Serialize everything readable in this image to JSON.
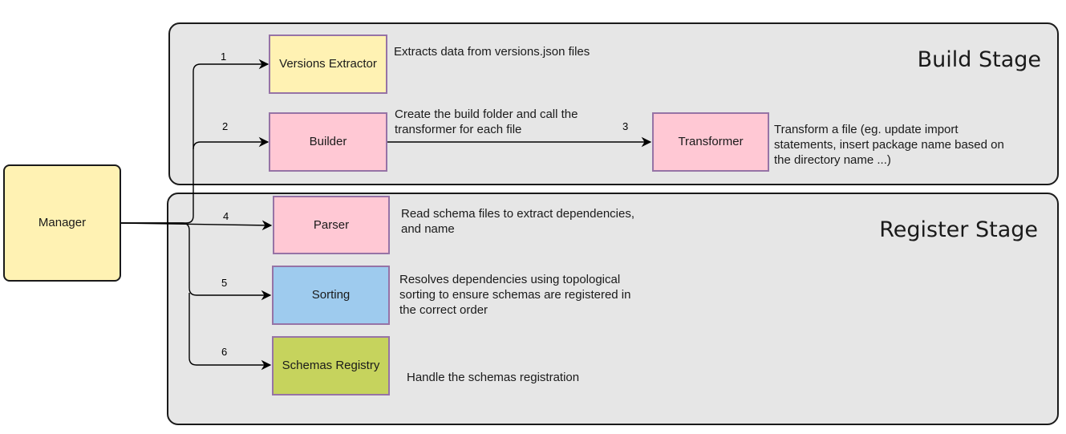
{
  "stages": {
    "build": {
      "title": "Build Stage"
    },
    "register": {
      "title": "Register Stage"
    }
  },
  "manager": {
    "label": "Manager"
  },
  "components": {
    "versions_extractor": {
      "label": "Versions Extractor",
      "fill": "#fff2b3",
      "description": "Extracts data from versions.json files",
      "step": "1"
    },
    "builder": {
      "label": "Builder",
      "fill": "#ffc8d4",
      "description_lines": [
        "Create the build folder and call the",
        "transformer for each file"
      ],
      "step": "2"
    },
    "transformer": {
      "label": "Transformer",
      "fill": "#ffc8d4",
      "description_lines": [
        "Transform a file (eg. update import",
        "statements, insert package name based on",
        "the directory name ...)"
      ],
      "step": "3"
    },
    "parser": {
      "label": "Parser",
      "fill": "#ffc8d4",
      "description_lines": [
        "Read schema files to extract dependencies,",
        "and name"
      ],
      "step": "4"
    },
    "sorting": {
      "label": "Sorting",
      "fill": "#9ecbee",
      "description_lines": [
        "Resolves dependencies using topological",
        "sorting to ensure schemas are registered in",
        "the correct order"
      ],
      "step": "5"
    },
    "schemas_registry": {
      "label": "Schemas Registry",
      "fill": "#c6d35d",
      "description": "Handle the schemas registration",
      "step": "6"
    }
  },
  "colors": {
    "manager_fill": "#fff2b3",
    "stage_fill": "#e6e6e6",
    "component_border": "#9673a6",
    "registry_border": "#82b366"
  }
}
